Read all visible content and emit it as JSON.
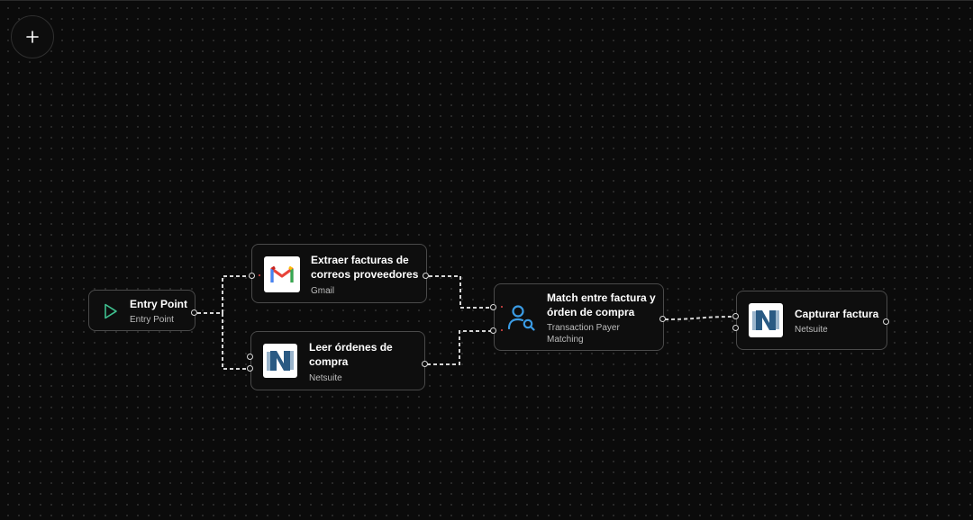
{
  "toolbar": {
    "add_icon": "plus-icon"
  },
  "nodes": {
    "entry": {
      "title": "Entry Point",
      "subtitle": "Entry Point",
      "icon": "play-icon"
    },
    "gmail": {
      "title": "Extraer facturas de correos proveedores",
      "subtitle": "Gmail",
      "icon": "gmail-icon"
    },
    "netsuite_read": {
      "title": "Leer órdenes de compra",
      "subtitle": "Netsuite",
      "icon": "netsuite-icon"
    },
    "match": {
      "title": "Match entre factura y órden de compra",
      "subtitle": "Transaction Payer Matching",
      "icon": "user-search-icon"
    },
    "capture": {
      "title": "Capturar factura",
      "subtitle": "Netsuite",
      "icon": "netsuite-icon"
    }
  },
  "colors": {
    "canvas": "#0b0b0b",
    "node_border": "#4a4a4a",
    "entry_accent": "#3fbf8f",
    "match_accent": "#3b9ce5",
    "netsuite_blue": "#2a5a83",
    "port_alert": "#e74a4a"
  }
}
